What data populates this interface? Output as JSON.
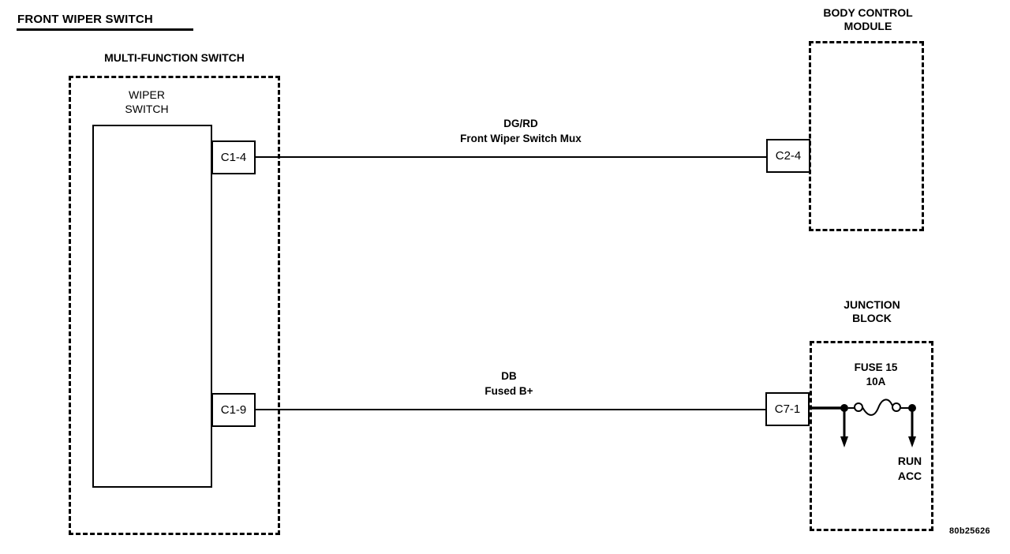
{
  "diagram": {
    "title": "FRONT WIPER SWITCH",
    "watermark": "80b25626"
  },
  "blocks": {
    "multi_function_switch": {
      "label": "MULTI-FUNCTION SWITCH",
      "inner_label_line1": "WIPER",
      "inner_label_line2": "SWITCH",
      "connectors": [
        {
          "id": "C1-4"
        },
        {
          "id": "C1-9"
        }
      ]
    },
    "body_control_module": {
      "label_line1": "BODY CONTROL",
      "label_line2": "MODULE",
      "connectors": [
        {
          "id": "C2-4"
        }
      ]
    },
    "junction_block": {
      "label_line1": "JUNCTION",
      "label_line2": "BLOCK",
      "connectors": [
        {
          "id": "C7-1"
        }
      ],
      "fuse": {
        "name": "FUSE 15",
        "rating": "10A"
      },
      "outputs_line1": "RUN",
      "outputs_line2": "ACC"
    }
  },
  "wires": [
    {
      "color_code": "DG/RD",
      "circuit_name": "Front Wiper Switch Mux",
      "from": "C1-4",
      "to": "C2-4"
    },
    {
      "color_code": "DB",
      "circuit_name": "Fused B+",
      "from": "C1-9",
      "to": "C7-1"
    }
  ],
  "colors": {
    "ink": "#000000",
    "paper": "#ffffff"
  }
}
